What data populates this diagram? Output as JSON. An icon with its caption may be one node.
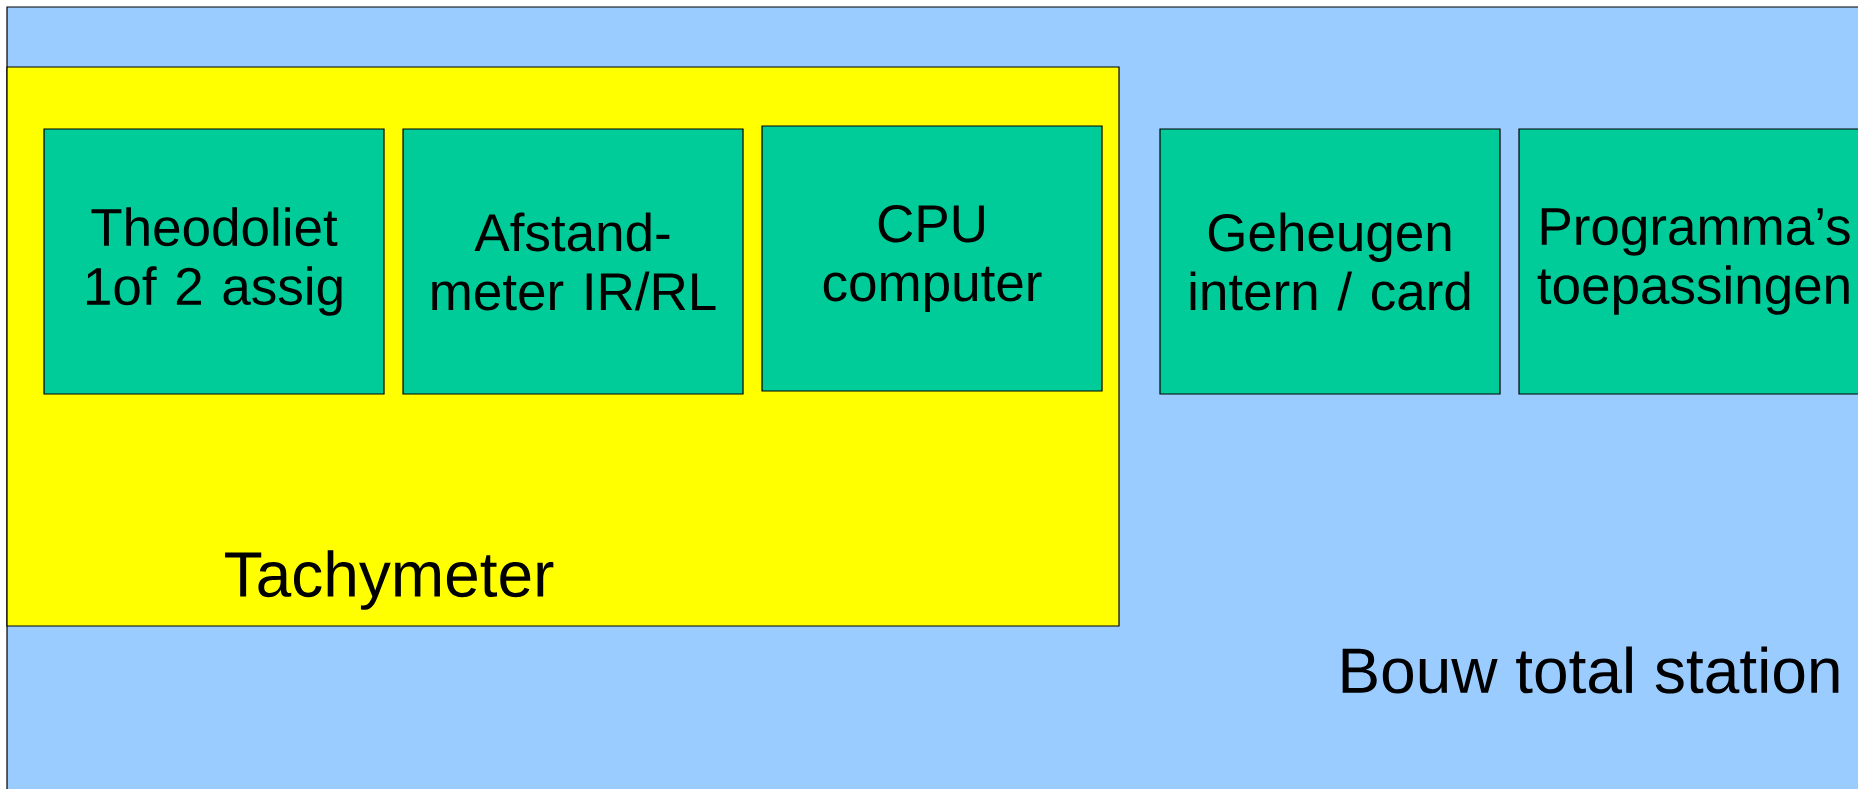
{
  "diagram": {
    "nodes": [
      {
        "text": [
          "Bouw total station"
        ]
      },
      {
        "text": [
          "Tachymeter"
        ],
        "in": 0
      },
      {
        "text": [
          "Theodoliet 1of 2 assig"
        ],
        "in": 1
      },
      {
        "text": [
          "Afstand- meter IR/RL"
        ],
        "in": 1
      },
      {
        "text": [
          "CPU computer"
        ],
        "in": 1
      },
      {
        "text": [
          "Geheugen intern / card"
        ],
        "in": 0
      },
      {
        "text": [
          "Programma’s toepassingen"
        ],
        "in": 0
      }
    ]
  }
}
